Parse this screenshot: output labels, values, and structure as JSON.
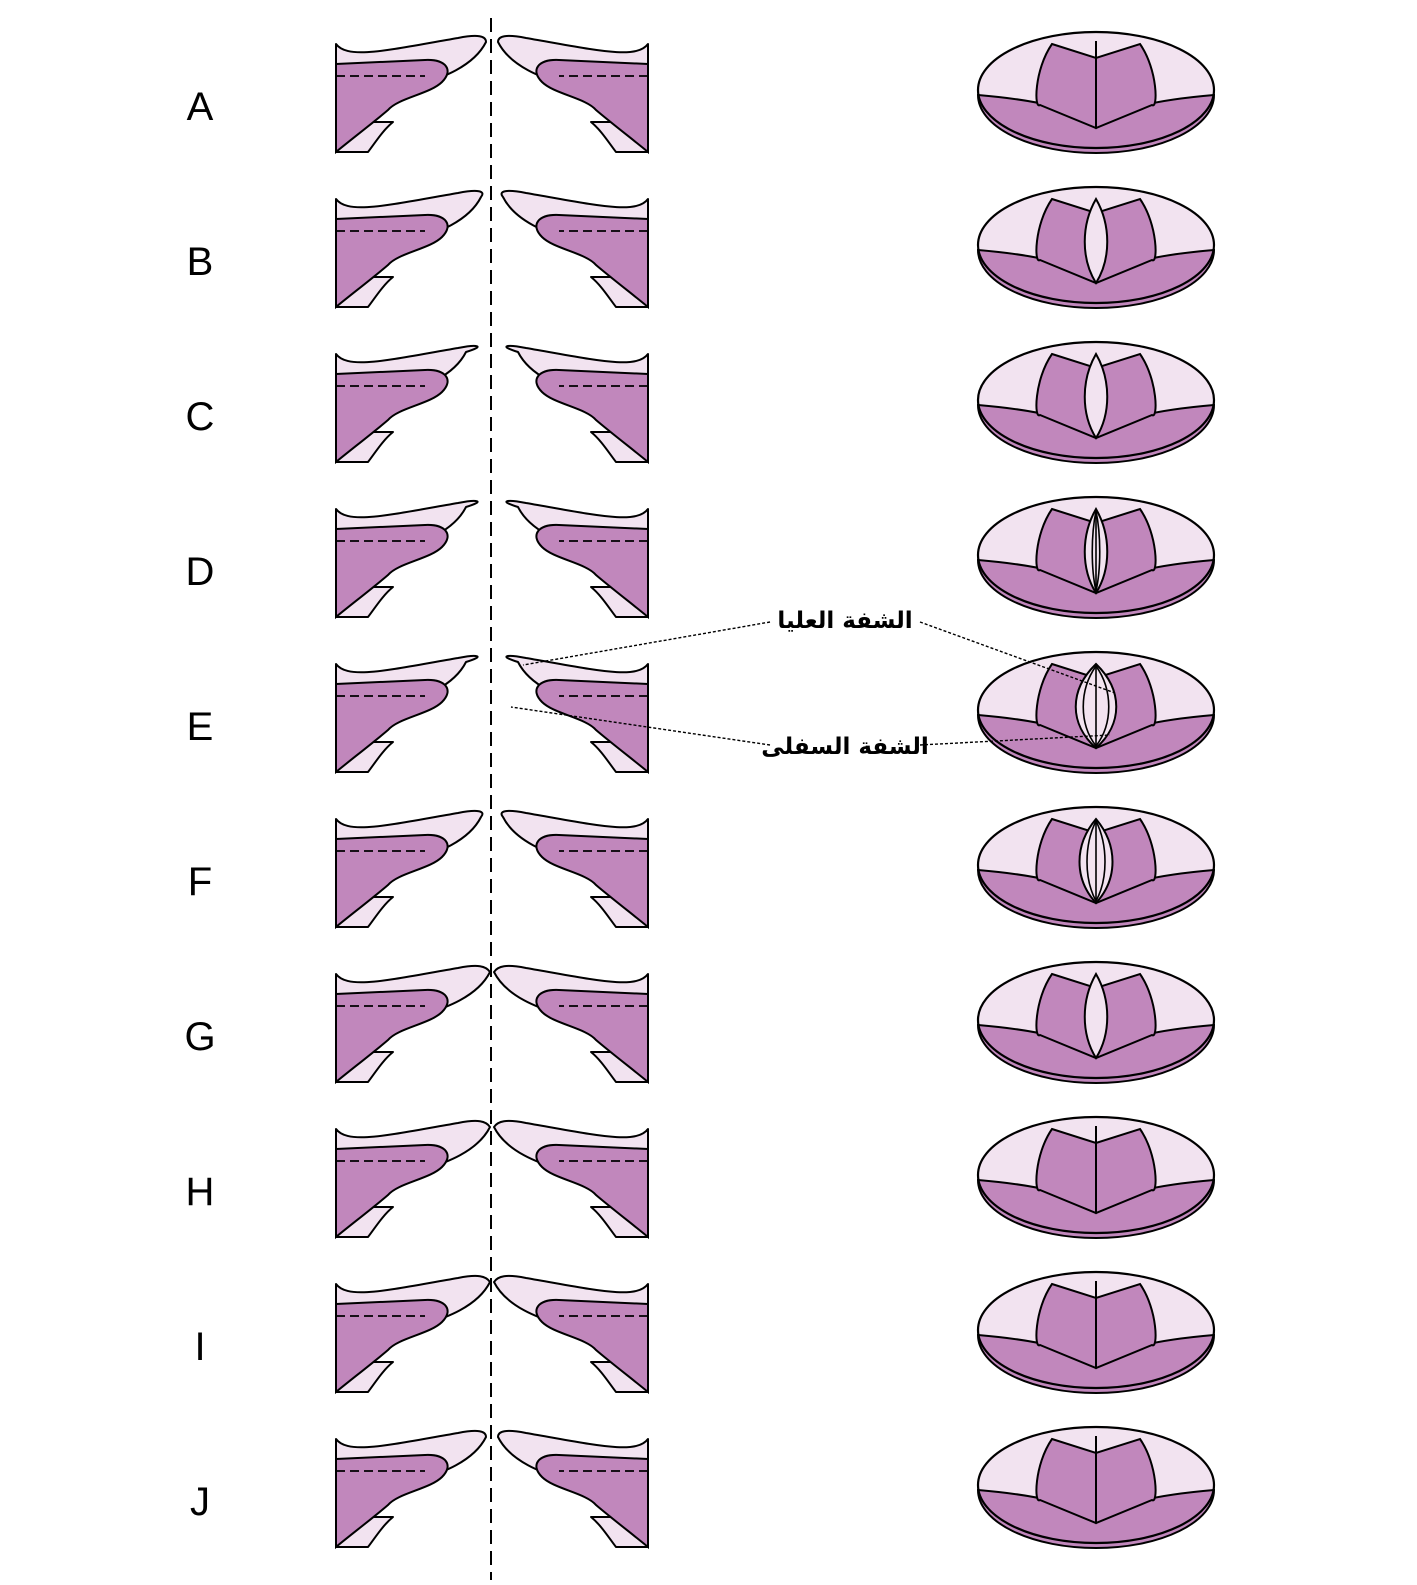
{
  "colors": {
    "dark": "#c187bc",
    "light": "#f2e3f0",
    "line": "#000000"
  },
  "rows": [
    {
      "label": "A",
      "gap": 0,
      "open": 0
    },
    {
      "label": "B",
      "gap": 1,
      "open": 1
    },
    {
      "label": "C",
      "gap": 2,
      "open": 1
    },
    {
      "label": "D",
      "gap": 2,
      "open": 2
    },
    {
      "label": "E",
      "gap": 2,
      "open": 3
    },
    {
      "label": "F",
      "gap": 1,
      "open": 4
    },
    {
      "label": "G",
      "gap": -1,
      "open": 1
    },
    {
      "label": "H",
      "gap": -1,
      "open": 0
    },
    {
      "label": "I",
      "gap": -1,
      "open": 0
    },
    {
      "label": "J",
      "gap": 0,
      "open": 0
    }
  ],
  "annotations": {
    "upper_lip": "الشفة العليا",
    "lower_lip": "الشفة السفلى"
  }
}
